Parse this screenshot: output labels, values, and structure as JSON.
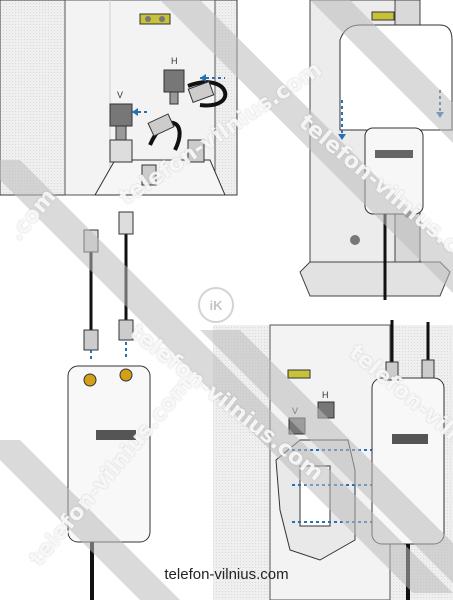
{
  "labels": {
    "v_top": "V",
    "h_top": "H",
    "v_bottom": "V",
    "h_bottom": "H"
  },
  "watermark": {
    "text": "telefon-vilnius.com",
    "text_short": ".com",
    "badge": "iK"
  },
  "caption": "telefon-vilnius.com",
  "colors": {
    "outline": "#3a3a3a",
    "arrow": "#2a6fb5",
    "pole": "#e6e6e6",
    "connector": "#d4a017"
  }
}
